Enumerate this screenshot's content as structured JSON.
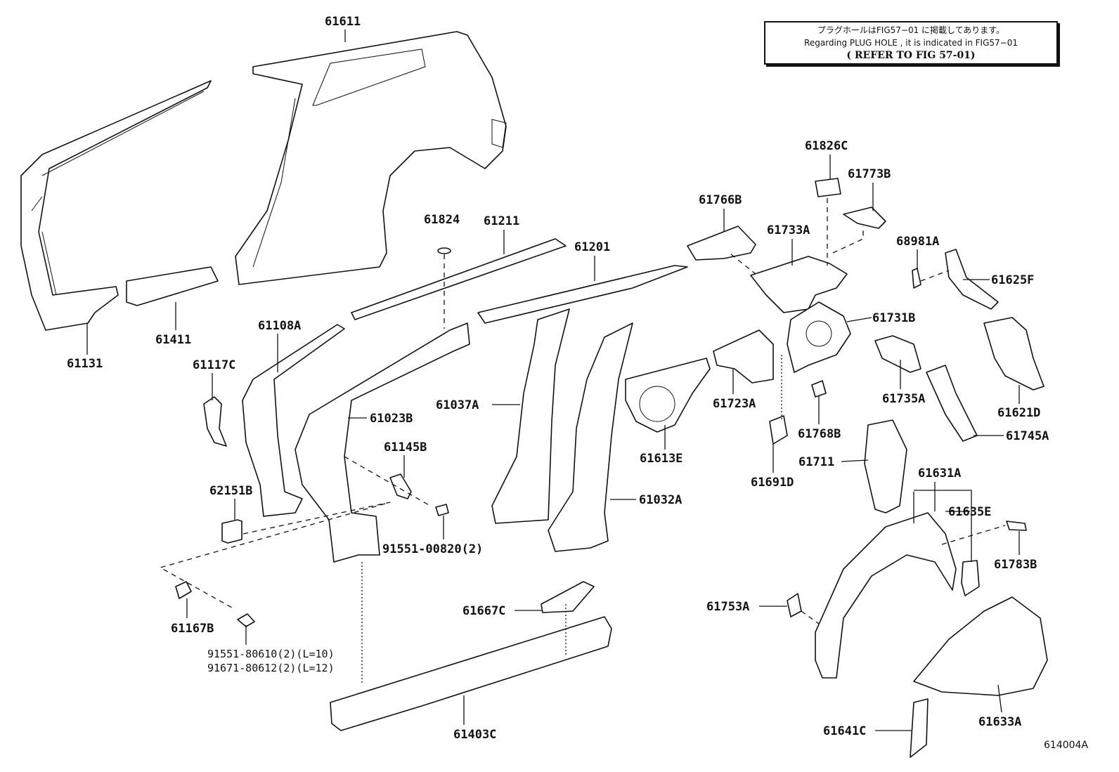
{
  "note": {
    "line_ja": "プラグホールはFIG57−01 に掲載してあります。",
    "line_en": "Regarding PLUG HOLE , it is indicated in FIG57−01",
    "line_ref": "( REFER TO FIG 57-01)"
  },
  "figure_id": "614004A",
  "parts": {
    "p61611": "61611",
    "p61131": "61131",
    "p61411": "61411",
    "p61824": "61824",
    "p61211": "61211",
    "p61201": "61201",
    "p61108A": "61108A",
    "p61117C": "61117C",
    "p61023B": "61023B",
    "p61037A": "61037A",
    "p61145B": "61145B",
    "p62151B": "62151B",
    "p91551_00820": "91551-00820(2)",
    "p61167B": "61167B",
    "p91551_80610": "91551-80610(2)(L=10)",
    "p91671_80612": "91671-80612(2)(L=12)",
    "p61667C": "61667C",
    "p61403C": "61403C",
    "p61032A": "61032A",
    "p61613E": "61613E",
    "p61723A": "61723A",
    "p61766B": "61766B",
    "p61733A": "61733A",
    "p61826C": "61826C",
    "p61773B": "61773B",
    "p68981A": "68981A",
    "p61625F": "61625F",
    "p61731B": "61731B",
    "p61735A": "61735A",
    "p61621D": "61621D",
    "p61745A": "61745A",
    "p61768B": "61768B",
    "p61691D": "61691D",
    "p61711": "61711",
    "p61631A": "61631A",
    "p61635E": "61635E",
    "p61783B": "61783B",
    "p61753A": "61753A",
    "p61641C": "61641C",
    "p61633A": "61633A"
  }
}
